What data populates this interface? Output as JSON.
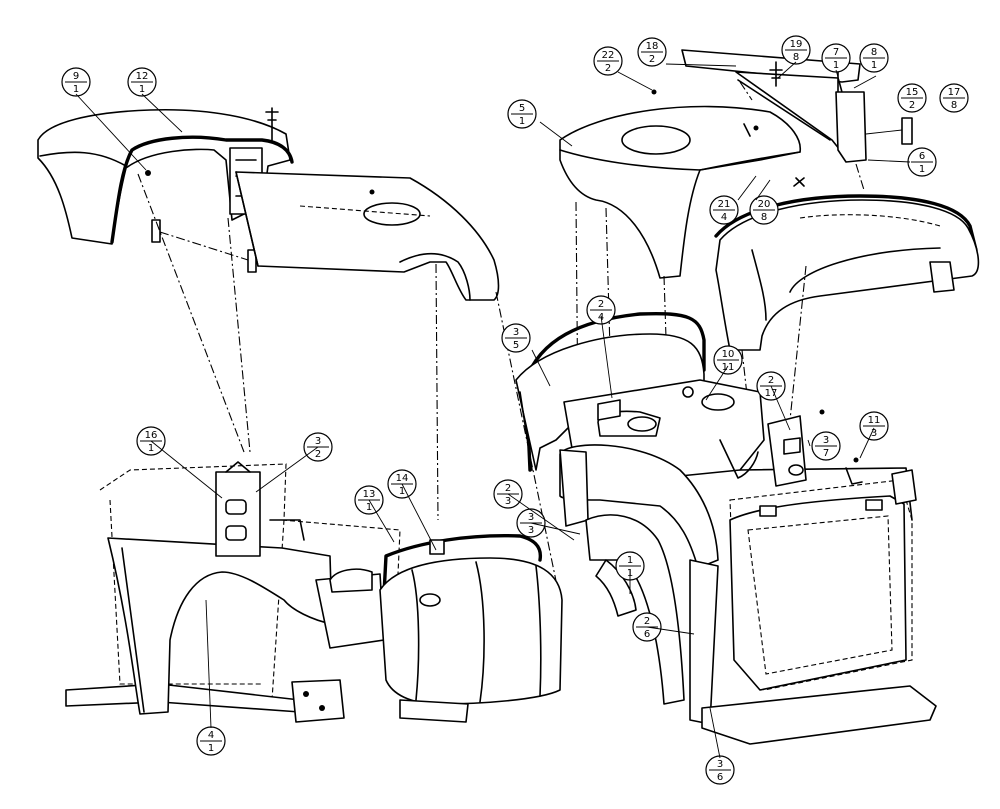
{
  "callouts": [
    {
      "id": "c-9-1",
      "top": "9",
      "bottom": "1"
    },
    {
      "id": "c-12-1",
      "top": "12",
      "bottom": "1"
    },
    {
      "id": "c-22-2",
      "top": "22",
      "bottom": "2"
    },
    {
      "id": "c-18-2",
      "top": "18",
      "bottom": "2"
    },
    {
      "id": "c-19-8",
      "top": "19",
      "bottom": "8"
    },
    {
      "id": "c-7-1",
      "top": "7",
      "bottom": "1"
    },
    {
      "id": "c-8-1",
      "top": "8",
      "bottom": "1"
    },
    {
      "id": "c-15-2",
      "top": "15",
      "bottom": "2"
    },
    {
      "id": "c-17-8",
      "top": "17",
      "bottom": "8"
    },
    {
      "id": "c-5-1",
      "top": "5",
      "bottom": "1"
    },
    {
      "id": "c-6-1",
      "top": "6",
      "bottom": "1"
    },
    {
      "id": "c-21-4",
      "top": "21",
      "bottom": "4"
    },
    {
      "id": "c-20-8",
      "top": "20",
      "bottom": "8"
    },
    {
      "id": "c-2-4",
      "top": "2",
      "bottom": "4"
    },
    {
      "id": "c-3-5",
      "top": "3",
      "bottom": "5"
    },
    {
      "id": "c-10-11",
      "top": "10",
      "bottom": "11"
    },
    {
      "id": "c-2-17",
      "top": "2",
      "bottom": "17"
    },
    {
      "id": "c-3-7",
      "top": "3",
      "bottom": "7"
    },
    {
      "id": "c-11-3",
      "top": "11",
      "bottom": "3"
    },
    {
      "id": "c-16-1",
      "top": "16",
      "bottom": "1"
    },
    {
      "id": "c-3-2",
      "top": "3",
      "bottom": "2"
    },
    {
      "id": "c-13-1",
      "top": "13",
      "bottom": "1"
    },
    {
      "id": "c-14-1",
      "top": "14",
      "bottom": "1"
    },
    {
      "id": "c-2-3",
      "top": "2",
      "bottom": "3"
    },
    {
      "id": "c-3-3",
      "top": "3",
      "bottom": "3"
    },
    {
      "id": "c-1-1",
      "top": "1",
      "bottom": "1"
    },
    {
      "id": "c-2-6",
      "top": "2",
      "bottom": "6"
    },
    {
      "id": "c-4-1",
      "top": "4",
      "bottom": "1"
    },
    {
      "id": "c-3-6",
      "top": "3",
      "bottom": "6"
    }
  ]
}
